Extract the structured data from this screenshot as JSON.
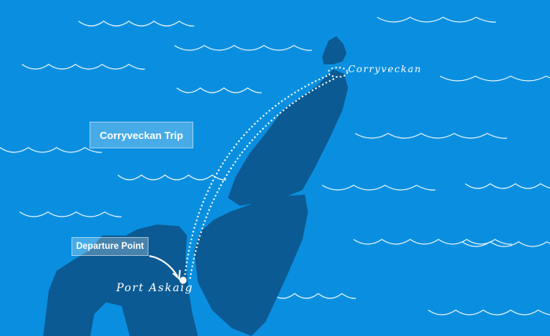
{
  "map": {
    "title_label": "Corryveckan Trip",
    "departure_label": "Departure Point",
    "places": {
      "destination": "Corryveckan",
      "origin": "Port Askaig"
    },
    "colors": {
      "sea": "#0a8fe0",
      "land": "#0b5a93",
      "route": "#ffffff"
    }
  }
}
